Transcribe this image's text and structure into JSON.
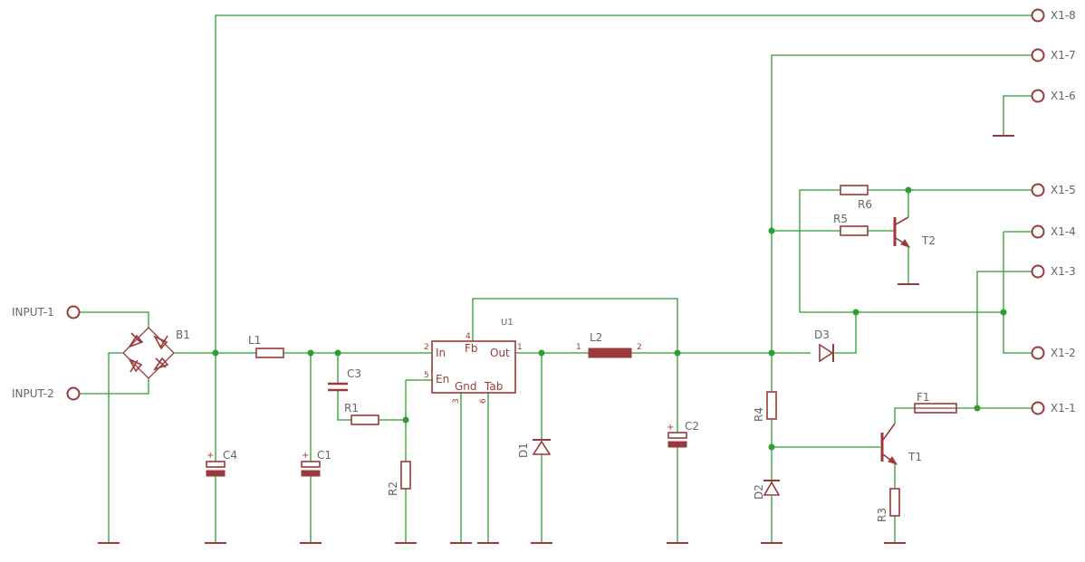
{
  "inputs": [
    "INPUT-1",
    "INPUT-2"
  ],
  "connector": [
    "X1-8",
    "X1-7",
    "X1-6",
    "X1-5",
    "X1-4",
    "X1-3",
    "X1-2",
    "X1-1"
  ],
  "parts": {
    "B1": "B1",
    "L1": "L1",
    "L2": "L2",
    "C1": "C1",
    "C2": "C2",
    "C3": "C3",
    "C4": "C4",
    "R1": "R1",
    "R2": "R2",
    "R3": "R3",
    "R4": "R4",
    "R5": "R5",
    "R6": "R6",
    "D1": "D1",
    "D2": "D2",
    "D3": "D3",
    "T1": "T1",
    "T2": "T2",
    "F1": "F1",
    "U1": "U1"
  },
  "u1_pins": {
    "in": "In",
    "fb": "Fb",
    "out": "Out",
    "en": "En",
    "gnd": "Gnd",
    "tab": "Tab",
    "n_in": "2",
    "n_fb": "4",
    "n_out": "1",
    "n_en": "5",
    "n_gnd": "3",
    "n_tab": "6"
  },
  "l2_pins": {
    "p1": "1",
    "p2": "2"
  }
}
